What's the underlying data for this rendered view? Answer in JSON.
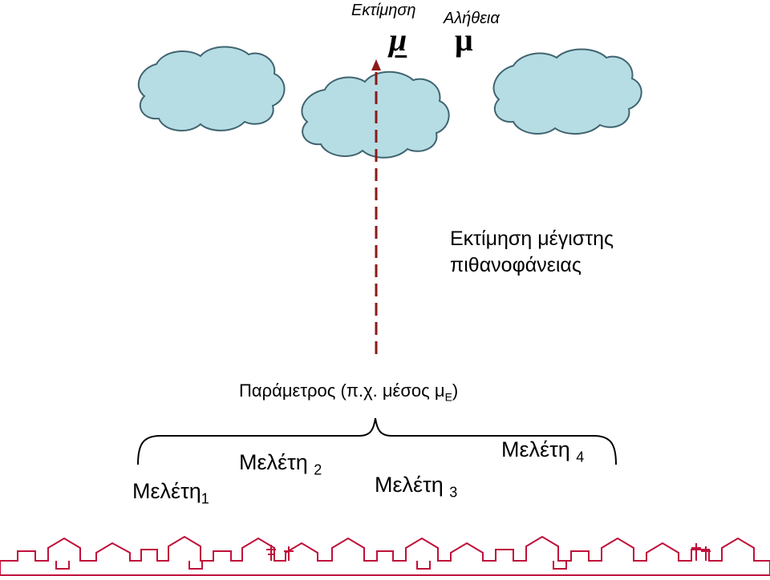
{
  "labels": {
    "estimate": "Εκτίμηση",
    "truth": "Αλήθεια",
    "mu_estimate": "μ",
    "mu_true": "μ",
    "mle_line1": "Εκτίμηση μέγιστης",
    "mle_line2": "πιθανοφάνειας",
    "parameter_prefix": "Παράμετρος (π.χ. μέσος μ",
    "parameter_sub": "E",
    "parameter_suffix": ")"
  },
  "studies": [
    {
      "label": "Μελέτη",
      "sub": "1"
    },
    {
      "label": "Μελέτη ",
      "sub": "2"
    },
    {
      "label": "Μελέτη ",
      "sub": "3"
    },
    {
      "label": "Μελέτη ",
      "sub": "4"
    }
  ],
  "colors": {
    "cloud_fill": "#b7dde4",
    "cloud_stroke": "#3f6470",
    "arrow": "#8b1a1a",
    "border": "#c0103a"
  }
}
